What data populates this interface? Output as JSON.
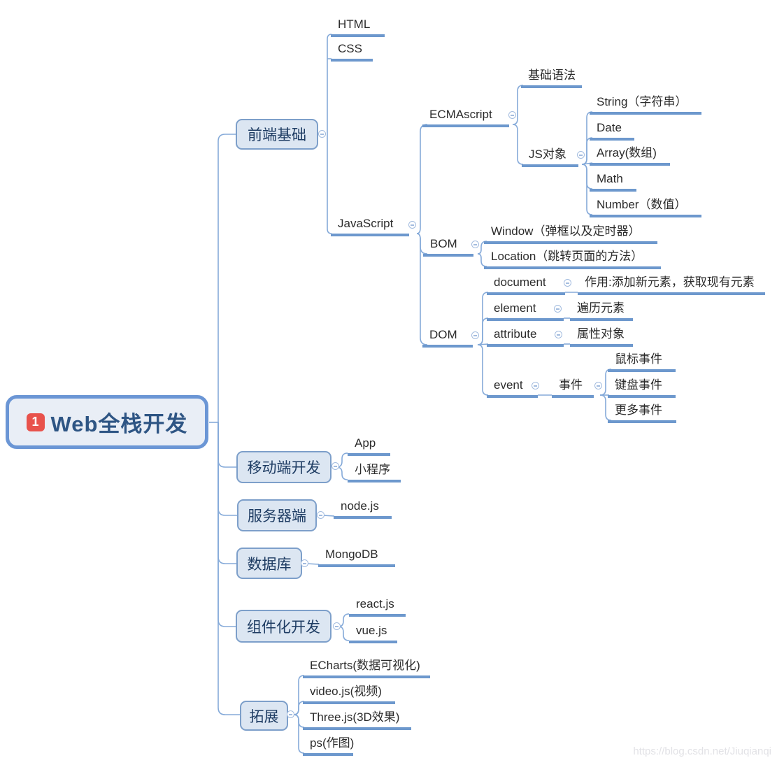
{
  "map": {
    "root": {
      "badge": "1",
      "label": "Web全栈开发"
    },
    "frontend": {
      "label": "前端基础",
      "html": "HTML",
      "css": "CSS",
      "javascript": {
        "label": "JavaScript",
        "ecmascript": {
          "label": "ECMAscript",
          "basic_syntax": "基础语法",
          "js_object": {
            "label": "JS对象",
            "string": "String（字符串）",
            "date": "Date",
            "array": "Array(数组)",
            "math": "Math",
            "number": "Number（数值）"
          }
        },
        "bom": {
          "label": "BOM",
          "window": "Window（弹框以及定时器）",
          "location": "Location（跳转页面的方法）"
        },
        "dom": {
          "label": "DOM",
          "document": {
            "label": "document",
            "note": "作用:添加新元素，获取现有元素"
          },
          "element": {
            "label": "element",
            "note": "遍历元素"
          },
          "attribute": {
            "label": "attribute",
            "note": "属性对象"
          },
          "event": {
            "label": "event",
            "shijian": {
              "label": "事件",
              "mouse": "鼠标事件",
              "keyboard": "键盘事件",
              "more": "更多事件"
            }
          }
        }
      }
    },
    "mobile": {
      "label": "移动端开发",
      "app": "App",
      "mini_program": "小程序"
    },
    "server": {
      "label": "服务器端",
      "nodejs": "node.js"
    },
    "database": {
      "label": "数据库",
      "mongodb": "MongoDB"
    },
    "component": {
      "label": "组件化开发",
      "react": "react.js",
      "vue": "vue.js"
    },
    "extension": {
      "label": "拓展",
      "echarts": "ECharts(数据可视化)",
      "videojs": "video.js(视频)",
      "threejs": "Three.js(3D效果)",
      "ps": "ps(作图)"
    }
  },
  "watermark": "https://blog.csdn.net/Jiuqianqi",
  "colors": {
    "line_thick": "#6d98cd",
    "line_thin": "#85aad9",
    "topic_fill": "#dce6f2",
    "topic_border": "#7d9fca",
    "topic_text": "#1e3c63",
    "root_fill": "#e9eef6",
    "root_border": "#6b96d5",
    "root_text": "#2e5584",
    "badge_red": "#e8524c",
    "leaf_text": "#2b2b2b"
  }
}
